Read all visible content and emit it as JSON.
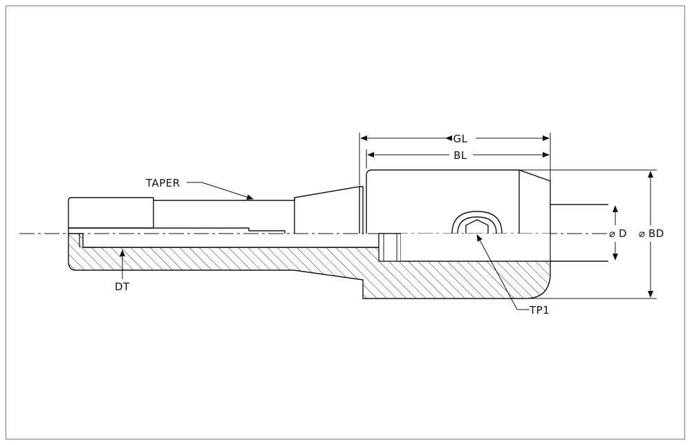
{
  "labels": {
    "gl": "GL",
    "bl": "BL",
    "taper": "TAPER",
    "dt": "DT",
    "tp1": "TP1",
    "d": "D",
    "bd": "BD",
    "diameter_symbol": "⌀"
  },
  "colors": {
    "line": "#111111",
    "frame": "#7a7a7a",
    "background": "#ffffff"
  }
}
